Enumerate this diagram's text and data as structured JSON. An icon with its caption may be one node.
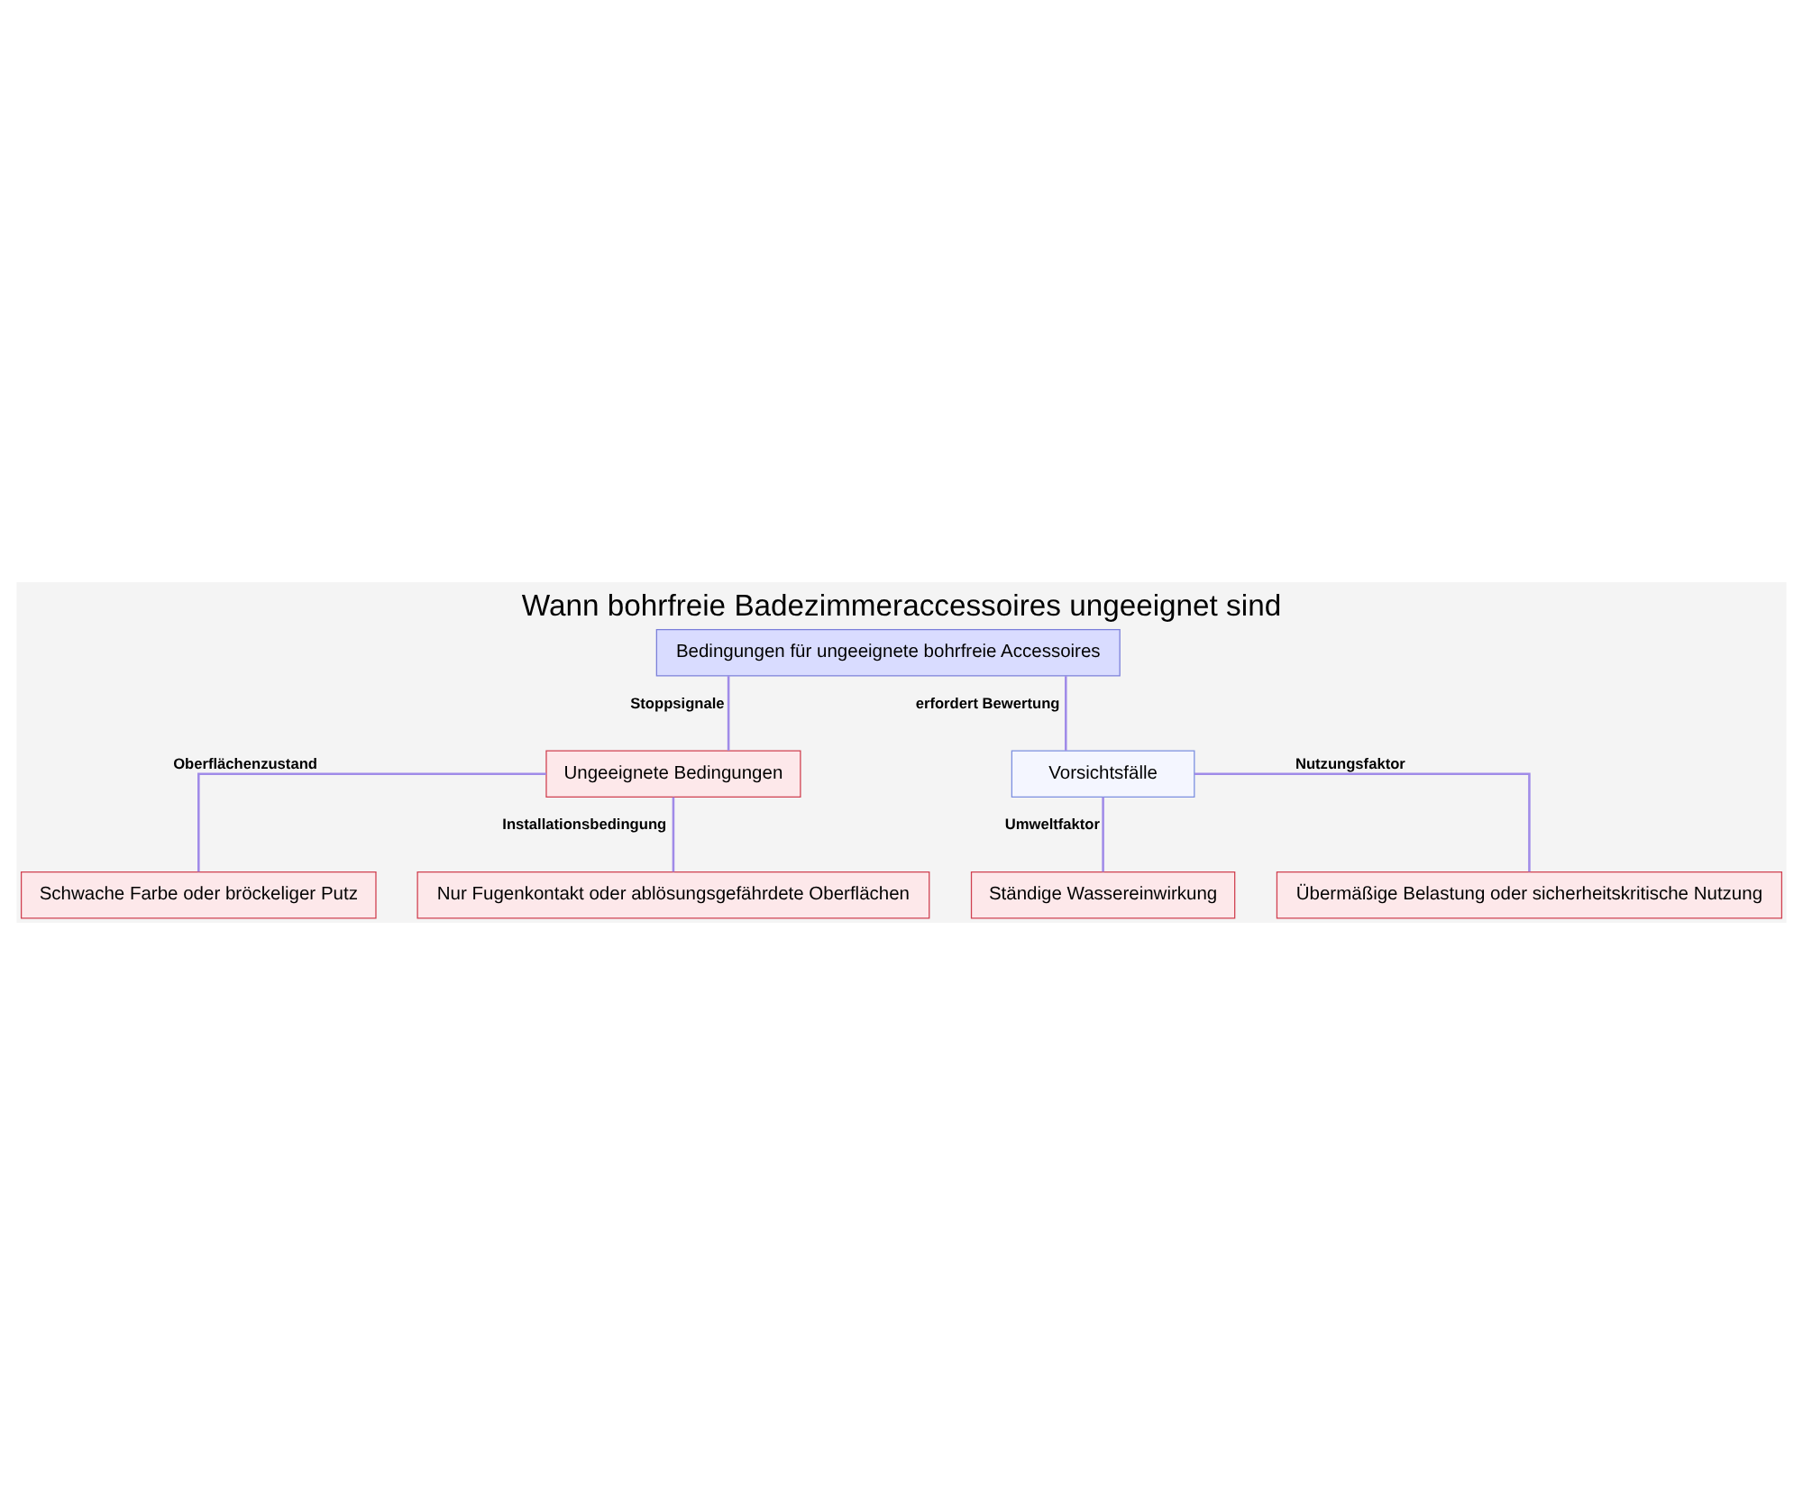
{
  "diagram": {
    "title": "Wann bohrfreie Badezimmeraccessoires ungeeignet sind",
    "nodes": [
      {
        "text": [
          "Bedingungen für ungeeignete bohrfreie Accessoires"
        ]
      },
      {
        "text": [
          "Ungeeignete Bedingungen"
        ]
      },
      {
        "text": [
          "Vorsichtsfälle"
        ]
      },
      {
        "text": [
          "Schwache Farbe oder bröckeliger Putz"
        ]
      },
      {
        "text": [
          "Nur Fugenkontakt oder ablösungsgefährdete Oberflächen"
        ]
      },
      {
        "text": [
          "Ständige Wassereinwirkung"
        ]
      },
      {
        "text": [
          "Übermäßige Belastung oder sicherheitskritische Nutzung"
        ]
      }
    ],
    "edges": [
      {
        "from": 0,
        "to": 1,
        "arrow": "none",
        "label": "Stoppsignale"
      },
      {
        "from": 0,
        "to": 2,
        "arrow": "none",
        "label": "erfordert Bewertung"
      },
      {
        "from": 1,
        "to": 3,
        "arrow": "none",
        "label": "Oberflächenzustand"
      },
      {
        "from": 1,
        "to": 4,
        "arrow": "none",
        "label": "Installationsbedingung"
      },
      {
        "from": 2,
        "to": 5,
        "arrow": "none",
        "label": "Umweltfaktor"
      },
      {
        "from": 2,
        "to": 6,
        "arrow": "none",
        "label": "Nutzungsfaktor"
      }
    ]
  }
}
